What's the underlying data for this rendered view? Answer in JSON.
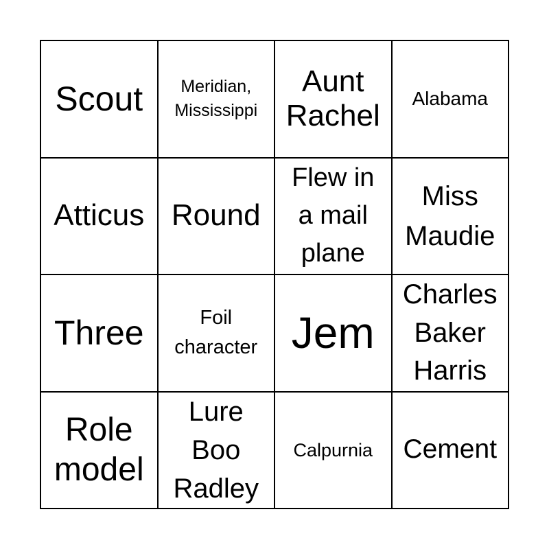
{
  "board": {
    "cells": [
      "Scout",
      "Meridian,\nMississippi",
      "Aunt\nRachel",
      "Alabama",
      "Atticus",
      "Round",
      "Flew in\na mail\nplane",
      "Miss\nMaudie",
      "Three",
      "Foil\ncharacter",
      "Jem",
      "Charles\nBaker\nHarris",
      "Role\nmodel",
      "Lure\nBoo\nRadley",
      "Calpurnia",
      "Cement"
    ]
  }
}
